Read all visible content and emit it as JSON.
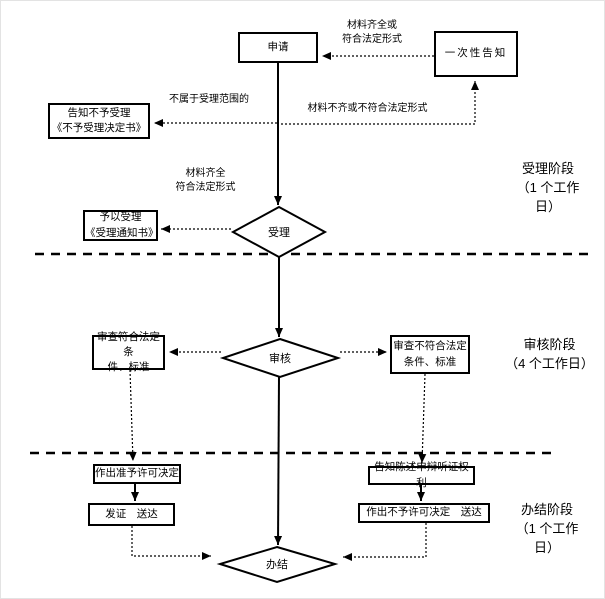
{
  "nodes": {
    "apply": "申请",
    "one_time_notice": "一次性告知",
    "reject_notice": "告知不予受理\n《不予受理决定书》",
    "accept_notice": "予以受理\n《受理通知书》",
    "review_pass": "审查符合法定条\n件、标准",
    "review_fail": "审查不符合法定\n条件、标准",
    "grant_decision": "作出准予许可决定",
    "issue_deliver": "发证　送达",
    "inform_rights": "告知陈述申辩听证权利",
    "deny_deliver": "作出不予许可决定　送达",
    "accept": "受理",
    "audit": "审核",
    "complete": "办结"
  },
  "edge_labels": {
    "materials_complete_or_legal": "材料齐全或\n符合法定形式",
    "not_in_acceptance_scope": "不属于受理范围的",
    "materials_incomplete_or_illegal": "材料不齐或不符合法定形式",
    "materials_complete_legal": "材料齐全\n符合法定形式"
  },
  "stages": {
    "acceptance": "受理阶段\n（1 个工作\n日）",
    "audit": "审核阶段\n（4 个工作日）",
    "completion": "办结阶段\n（1 个工作\n日）"
  },
  "colors": {
    "line": "#000000",
    "text": "#000000",
    "background": "#ffffff"
  }
}
